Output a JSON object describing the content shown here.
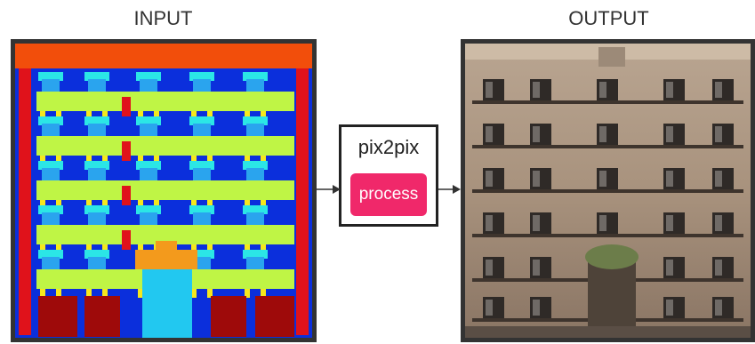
{
  "labels": {
    "input": "INPUT",
    "output": "OUTPUT"
  },
  "process": {
    "model": "pix2pix",
    "button": "process"
  },
  "colors": {
    "button": "#f0286a",
    "frame_border": "#333333",
    "facade_palette": {
      "background": "#0b2fdc",
      "cornice": "#f24e0b",
      "pillar": "#e0121b",
      "balcony": "#bff545",
      "window": "#2aa4ee",
      "window_top": "#2be6e6",
      "sill": "#f6e81d",
      "door": "#22c8f0",
      "door_frame": "#f39a1c",
      "shop": "#9e0a0a"
    }
  }
}
